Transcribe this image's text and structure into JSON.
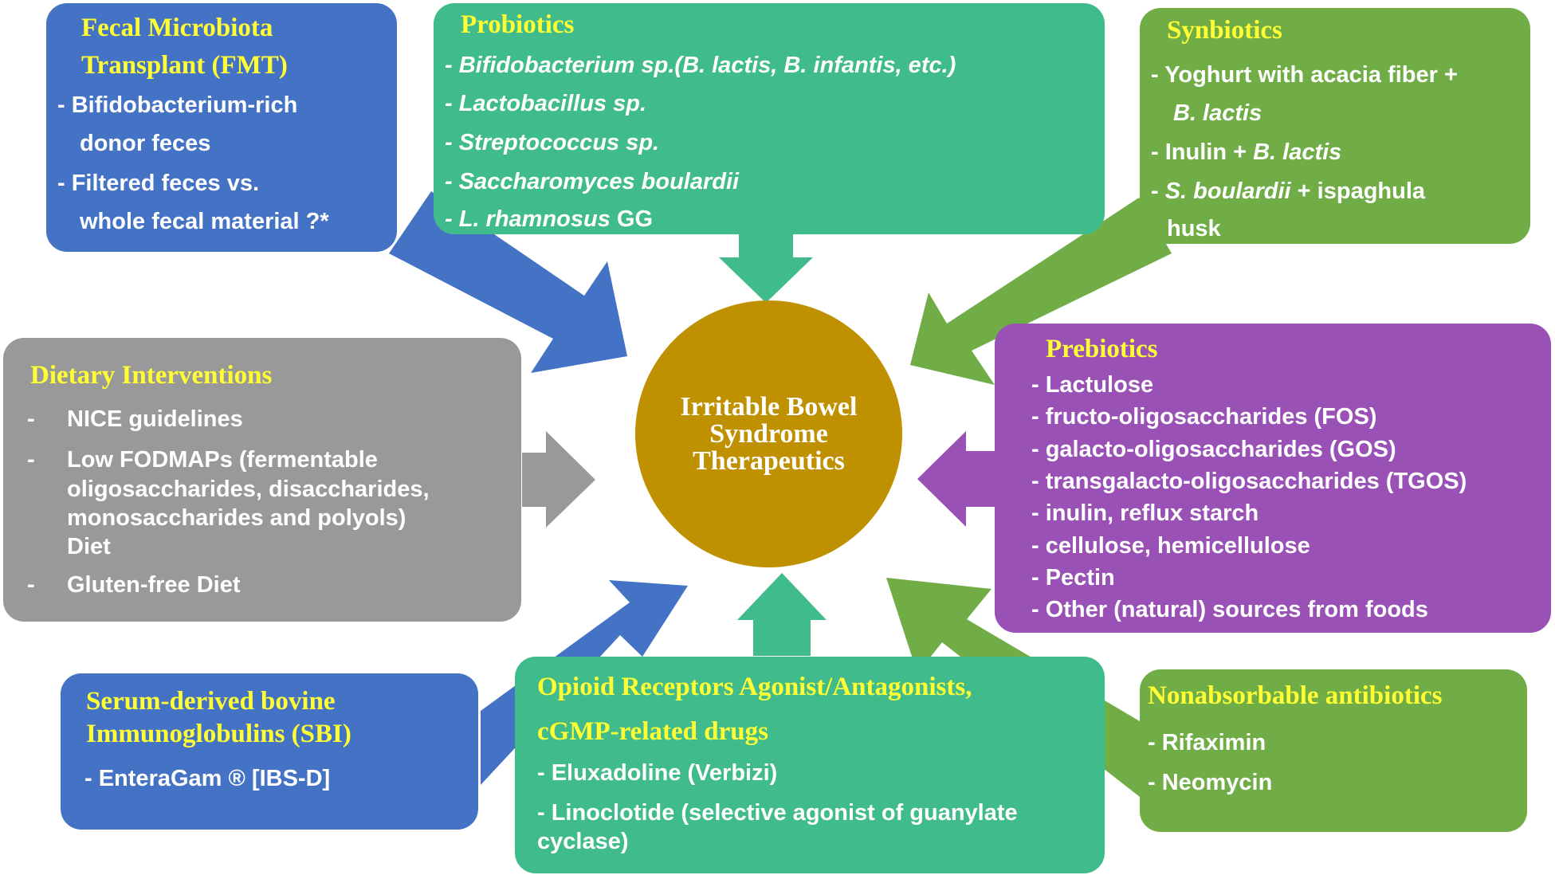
{
  "center": {
    "label": "Irritable Bowel Syndrome Therapeutics"
  },
  "colors": {
    "blue": "#4472c4",
    "teal": "#40bb8c",
    "green": "#70ad47",
    "gray": "#999999",
    "purple": "#9a51b6",
    "center": "#bf9000",
    "title": "#ffff33"
  },
  "fmt": {
    "title_line1": "Fecal Microbiota",
    "title_line2": "Transplant (FMT)",
    "items": [
      "-  Bifidobacterium-rich",
      "donor feces",
      "-  Filtered feces vs.",
      "whole fecal material ?*"
    ]
  },
  "probiotics": {
    "title": "Probiotics",
    "items": [
      "- Bifidobacterium sp.(B. lactis, B. infantis, etc.)",
      "- Lactobacillus sp.",
      "- Streptococcus sp.",
      "- Saccharomyces boulardii",
      "- L. rhamnosus",
      " GG"
    ]
  },
  "synbiotics": {
    "title": "Synbiotics",
    "items": [
      "- Yoghurt with acacia fiber +",
      "B. lactis",
      "- Inulin  + ",
      "B. lactis",
      "- ",
      "S. boulardii",
      " + ispaghula",
      "husk"
    ]
  },
  "dietary": {
    "title": "Dietary Interventions",
    "items": [
      "-",
      "NICE  guidelines",
      "-",
      "Low FODMAPs (fermentable",
      "oligosaccharides, disaccharides,",
      "monosaccharides and polyols)",
      "Diet",
      "-",
      "Gluten-free  Diet"
    ]
  },
  "prebiotics": {
    "title": "Prebiotics",
    "items": [
      "- Lactulose",
      "- fructo-oligosaccharides  (FOS)",
      "- galacto-oligosaccharides  (GOS)",
      "- transgalacto-oligosaccharides  (TGOS)",
      "- inulin,  reflux starch",
      "- cellulose,  hemicellulose",
      "- Pectin",
      "- Other (natural) sources from foods"
    ]
  },
  "sbi": {
    "title_line1": "Serum-derived bovine",
    "title_line2": "Immunoglobulins (SBI)",
    "items": [
      "-  EnteraGam ® [IBS-D]"
    ]
  },
  "opioid": {
    "title_line1": "Opioid Receptors Agonist/Antagonists,",
    "title_line2": "cGMP-related drugs",
    "items": [
      "- Eluxadoline  (Verbizi)",
      "- Linoclotide  (selective agonist of guanylate",
      "cyclase)"
    ]
  },
  "antibiotics": {
    "title": "Nonabsorbable antibiotics",
    "items": [
      "- Rifaximin",
      "- Neomycin"
    ]
  }
}
